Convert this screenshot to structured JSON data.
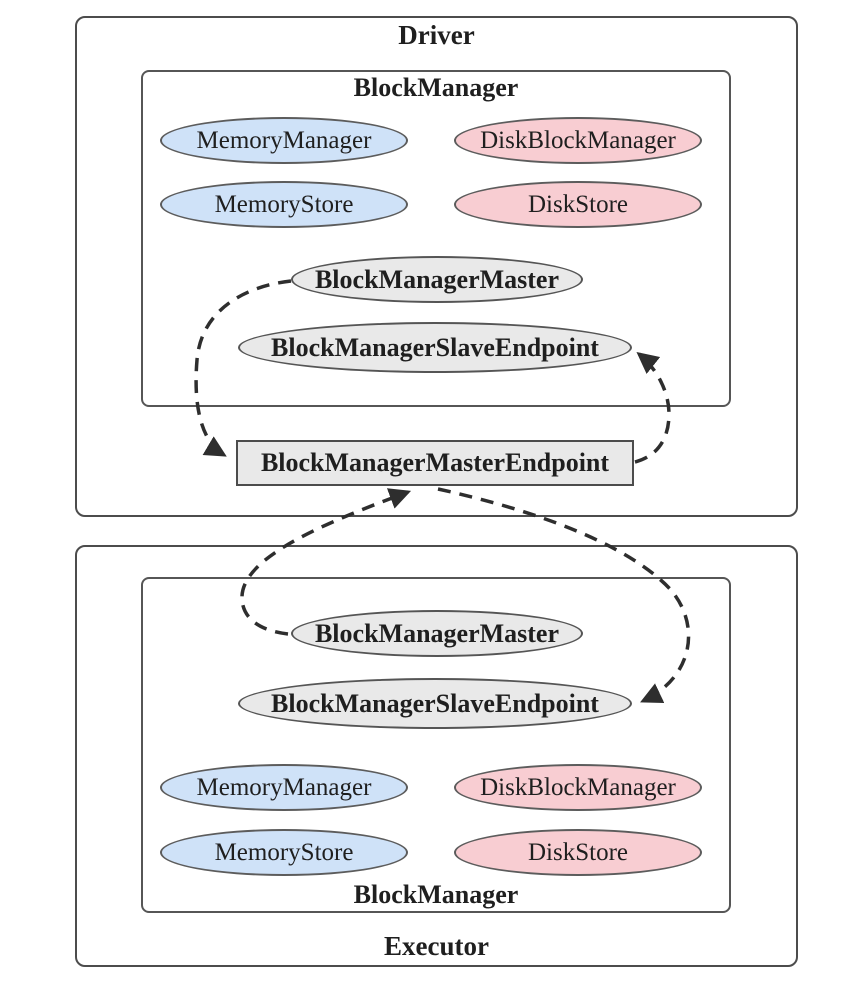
{
  "colors": {
    "background": "#ffffff",
    "memory_node_fill": "#cfe2f8",
    "disk_node_fill": "#f8cdd2",
    "endpoint_node_fill": "#e9e9e9",
    "border": "#4c4c4c",
    "arrow": "#2e2e2e",
    "text": "#1f1f1f"
  },
  "driver": {
    "title": "Driver",
    "group_title": "BlockManager",
    "memory_manager": "MemoryManager",
    "disk_block_manager": "DiskBlockManager",
    "memory_store": "MemoryStore",
    "disk_store": "DiskStore",
    "master": "BlockManagerMaster",
    "slave_endpoint": "BlockManagerSlaveEndpoint"
  },
  "endpoint": {
    "label": "BlockManagerMasterEndpoint"
  },
  "executor": {
    "title": "Executor",
    "group_title": "BlockManager",
    "memory_manager": "MemoryManager",
    "disk_block_manager": "DiskBlockManager",
    "memory_store": "MemoryStore",
    "disk_store": "DiskStore",
    "master": "BlockManagerMaster",
    "slave_endpoint": "BlockManagerSlaveEndpoint"
  }
}
